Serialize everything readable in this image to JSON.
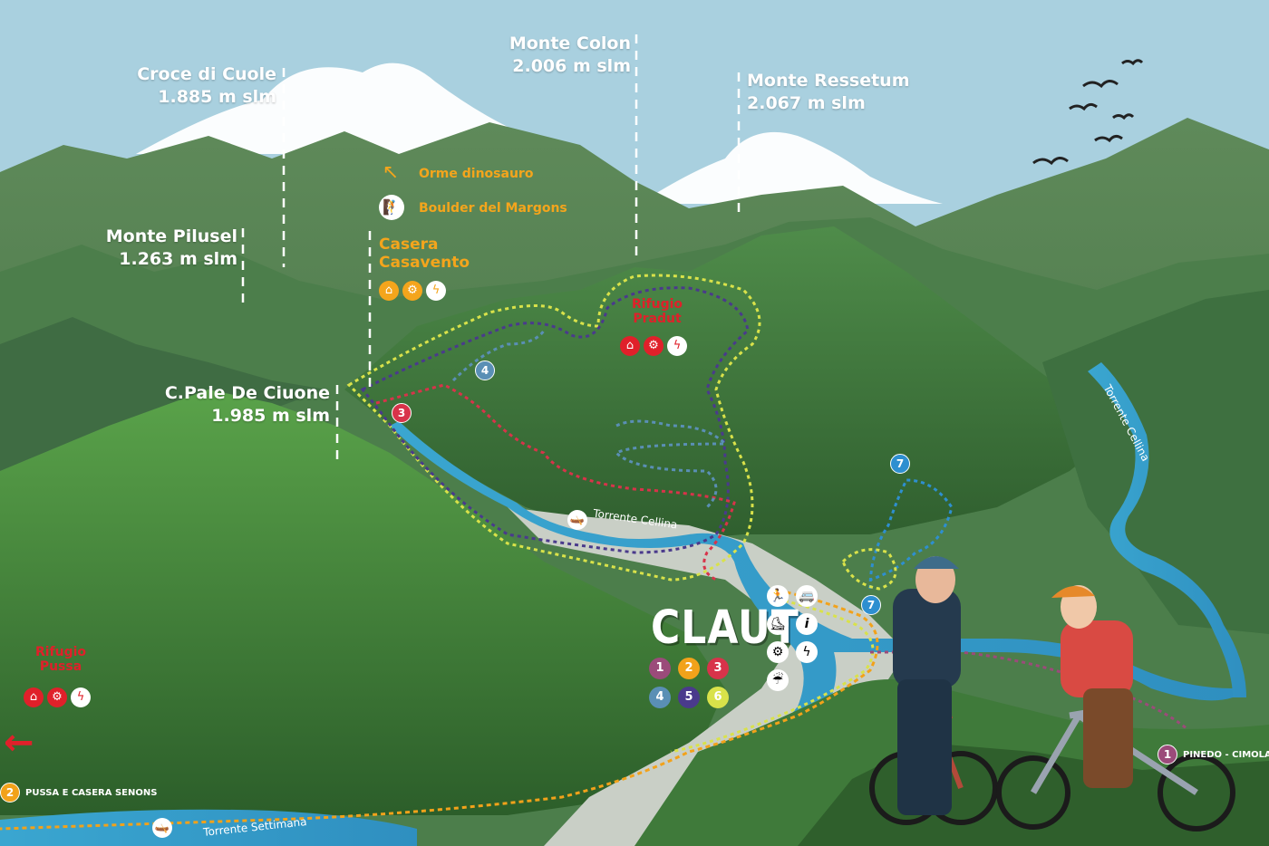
{
  "colors": {
    "sky": "#a9d0df",
    "route1": "#9b4b7a",
    "route2": "#f2a21a",
    "route3": "#d8334a",
    "route4": "#5a8fb5",
    "route5": "#4a3a8c",
    "route6": "#d9e24a",
    "route7": "#2e8fd0",
    "poi_orange": "#f4a51c",
    "poi_red": "#e0202a"
  },
  "peaks": [
    {
      "name": "Croce di Cuole",
      "altitude": "1.885 m slm"
    },
    {
      "name": "Monte Colon",
      "altitude": "2.006 m slm"
    },
    {
      "name": "Monte Ressetum",
      "altitude": "2.067 m slm"
    },
    {
      "name": "Monte Pilusel",
      "altitude": "1.263 m slm"
    },
    {
      "name": "C.Pale De Ciuone",
      "altitude": "1.985 m slm"
    }
  ],
  "pois": {
    "orme": "Orme dinosauro",
    "boulder": "Boulder del Margons",
    "casera": "Casera Casavento",
    "rifugio_pradut": "Rifugio Pradut",
    "rifugio_pussa": "Rifugio Pussa"
  },
  "icons": {
    "shelter": "house-icon",
    "food": "gears-icon",
    "power": "lightning-icon"
  },
  "town": {
    "name": "CLAUT",
    "routes": [
      "1",
      "2",
      "3",
      "4",
      "5",
      "6"
    ]
  },
  "services": [
    "running-icon",
    "camper-icon",
    "skate-icon",
    "info-icon",
    "gears-icon",
    "lightning-icon",
    "shower-icon"
  ],
  "route_markers": {
    "r3": "3",
    "r4": "4",
    "r7a": "7",
    "r7b": "7"
  },
  "rivers": {
    "cellina_main": "Torrente Cellina",
    "cellina_right": "Torrente Cellina",
    "settimana": "Torrente Settimana"
  },
  "destinations": {
    "pinedo": {
      "num": "1",
      "label": "PINEDO - CIMOLAIS"
    },
    "pussa": {
      "num": "2",
      "label": "PUSSA E CASERA SENONS"
    }
  }
}
